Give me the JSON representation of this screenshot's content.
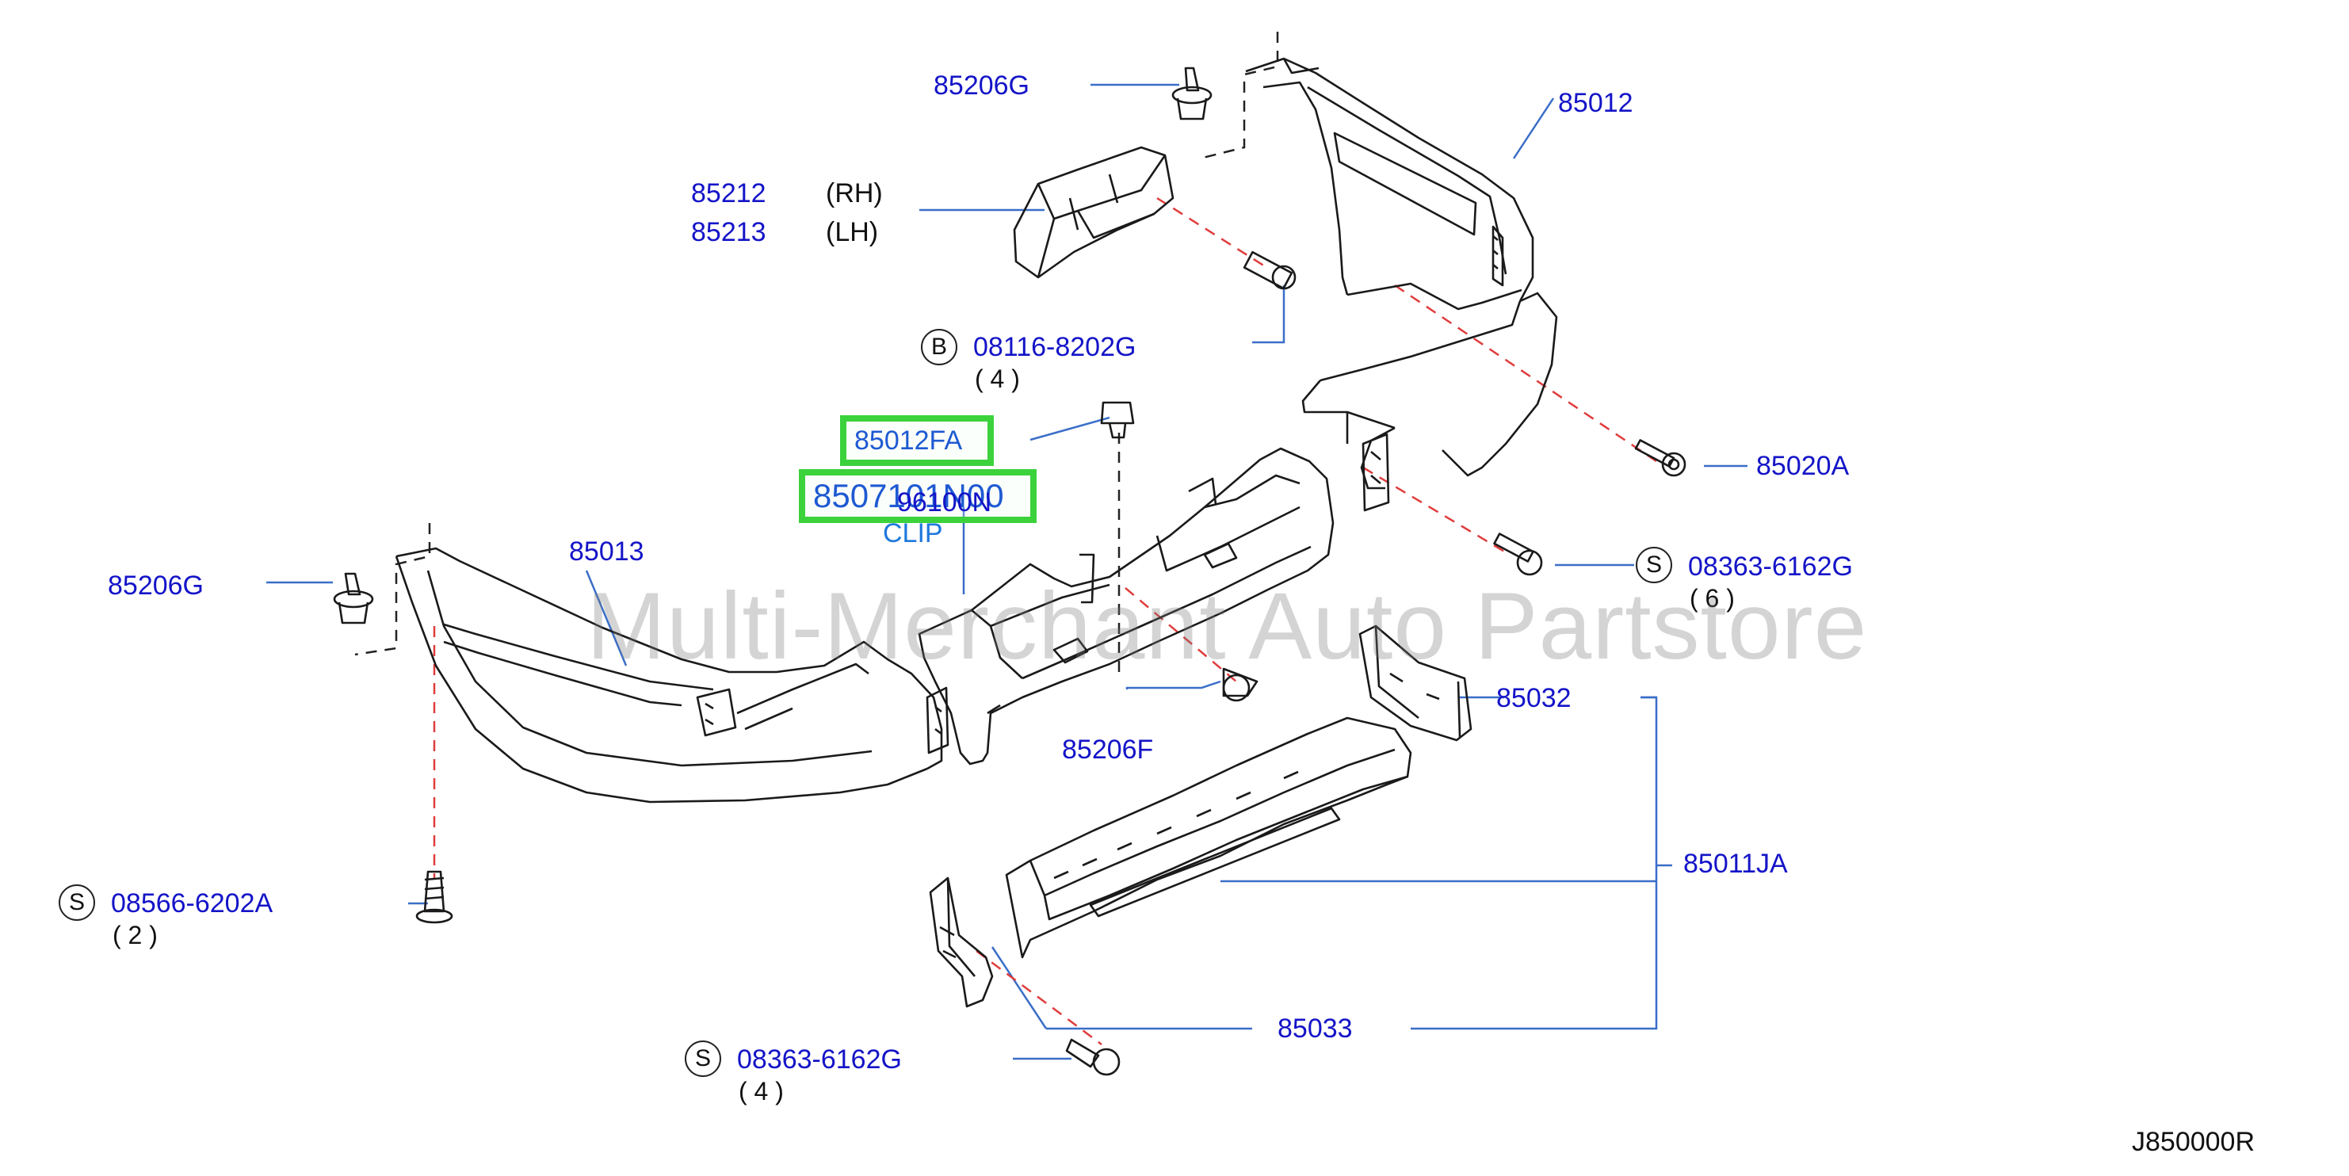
{
  "labels": {
    "p85206G_top": "85206G",
    "p85212": "85212",
    "p85212_side": "(RH)",
    "p85213": "85213",
    "p85213_side": "(LH)",
    "p08116": "08116-8202G",
    "p08116_badge": "B",
    "p08116_qty": "( 4 )",
    "p85012": "85012",
    "p85012FA": "85012FA",
    "p8507101N00": "8507101N00",
    "p96100N": "96100N",
    "clip": "CLIP",
    "p85020A": "85020A",
    "p08363_right": "08363-6162G",
    "p08363_right_badge": "S",
    "p08363_right_qty": "( 6 )",
    "p85206G_left": "85206G",
    "p85013": "85013",
    "p85032": "85032",
    "p85206F": "85206F",
    "p85011JA": "85011JA",
    "p08566": "08566-6202A",
    "p08566_badge": "S",
    "p08566_qty": "( 2 )",
    "p85033": "85033",
    "p08363_bottom": "08363-6162G",
    "p08363_bottom_badge": "S",
    "p08363_bottom_qty": "( 4 )"
  },
  "watermark": "Multi-Merchant Auto Partstore",
  "reference_code": "J850000R",
  "colors": {
    "part_number": "#1414c8",
    "highlight_border": "#3cd23c",
    "highlight_text": "#1e5ad2",
    "leader_line": "#3a6ec8",
    "hidden_line": "#e03c3c",
    "outline": "#1a1a1a"
  }
}
